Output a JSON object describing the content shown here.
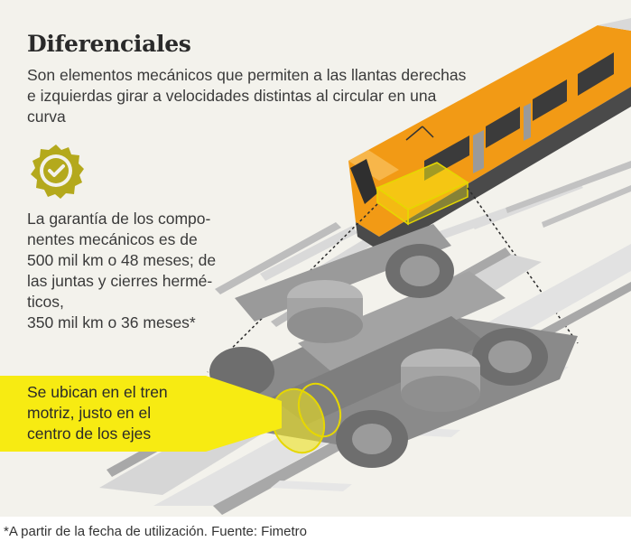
{
  "title": "Diferenciales",
  "intro": "Son elementos mecánicos que permiten a las llantas derechas e izquierdas girar a velocidades distintas al circular en una curva",
  "warranty": {
    "lines": [
      "La garantía de los compo-",
      "nentes mecánicos es de",
      "500 mil km o 48 meses; de",
      "las juntas y cierres hermé-",
      "ticos,",
      "350 mil km o 36 meses*"
    ]
  },
  "location": {
    "lines": [
      "Se ubican en el tren",
      "motriz, justo en el",
      "centro de los ejes"
    ]
  },
  "footnote": "*A partir de la fecha de utilización. Fuente: Fimetro",
  "icons": {
    "badge": "check-badge-icon"
  },
  "colors": {
    "panel_background": "#f3f2ec",
    "accent_yellow": "#f7eb12",
    "badge_olive": "#b4a91c",
    "train_orange": "#f29a15",
    "bogie_gray": "#8d8d8d",
    "rail_gray": "#a9a9a9",
    "sleeper_gray": "#dcdcdc"
  }
}
